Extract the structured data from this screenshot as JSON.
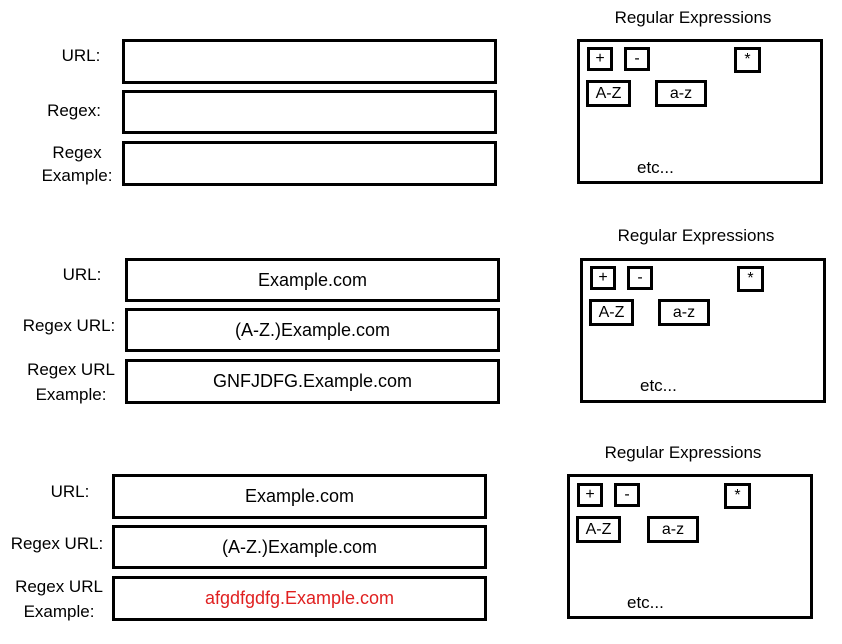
{
  "forms": [
    {
      "labels": {
        "url": "URL:",
        "regex": "Regex:",
        "example_line1": "Regex",
        "example_line2": "Example:"
      },
      "values": {
        "url": "",
        "regex": "",
        "example": ""
      },
      "panel": {
        "title": "Regular Expressions",
        "plus": "+",
        "minus": "-",
        "star": "*",
        "upper": "A-Z",
        "lower": "a-z",
        "etc": "etc..."
      }
    },
    {
      "labels": {
        "url": "URL:",
        "regex": "Regex URL:",
        "example_line1": "Regex URL",
        "example_line2": "Example:"
      },
      "values": {
        "url": "Example.com",
        "regex": "(A-Z.)Example.com",
        "example": "GNFJDFG.Example.com"
      },
      "panel": {
        "title": "Regular Expressions",
        "plus": "+",
        "minus": "-",
        "star": "*",
        "upper": "A-Z",
        "lower": "a-z",
        "etc": "etc..."
      }
    },
    {
      "labels": {
        "url": "URL:",
        "regex": "Regex URL:",
        "example_line1": "Regex URL",
        "example_line2": "Example:"
      },
      "values": {
        "url": "Example.com",
        "regex": "(A-Z.)Example.com",
        "example": "afgdfgdfg.Example.com"
      },
      "panel": {
        "title": "Regular Expressions",
        "plus": "+",
        "minus": "-",
        "star": "*",
        "upper": "A-Z",
        "lower": "a-z",
        "etc": "etc..."
      }
    }
  ],
  "colors": {
    "invalid_example_text": "#e02020"
  }
}
